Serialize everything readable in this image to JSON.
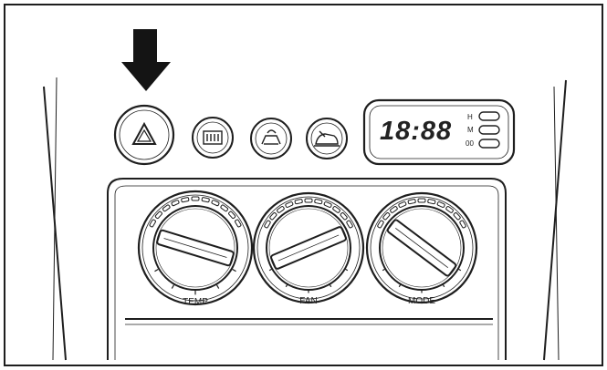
{
  "clock": {
    "digits": "18:88",
    "indicators": [
      "H",
      "M",
      "00"
    ]
  },
  "knobs": [
    {
      "id": "temp",
      "label": "TEMP"
    },
    {
      "id": "fan",
      "label": "FAN"
    },
    {
      "id": "mode",
      "label": "MODE"
    }
  ],
  "buttons": [
    {
      "id": "hazard",
      "icon": "hazard-triangle-icon"
    },
    {
      "id": "rear-defrost",
      "icon": "rear-defrost-icon"
    },
    {
      "id": "recirculation",
      "icon": "recirculation-icon"
    },
    {
      "id": "fresh-air",
      "icon": "fresh-air-icon"
    }
  ],
  "pointer": {
    "icon": "down-arrow-icon",
    "target": "hazard"
  }
}
